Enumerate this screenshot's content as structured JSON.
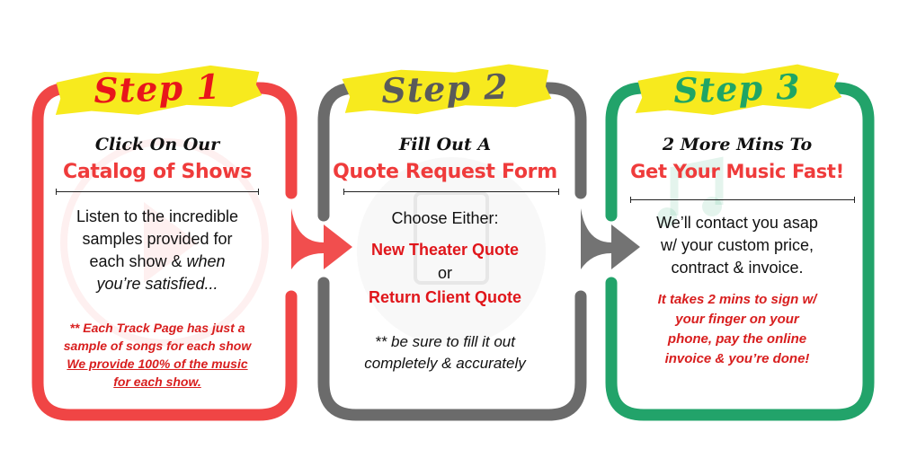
{
  "colors": {
    "step1": "#f04545",
    "step2": "#6b6b6b",
    "step3": "#22a36a",
    "highlight": "#f7ea1e"
  },
  "steps": [
    {
      "tag": "Step 1",
      "tag_color": "#e8151b",
      "script_line": "Click On Our",
      "headline": "Catalog of Shows",
      "body_1": "Listen to the incredible",
      "body_2": "samples provided for",
      "body_3": "each show &",
      "body_3_italic": "when",
      "body_4": "you’re satisfied...",
      "note_1": "** Each Track Page has just a",
      "note_2": "sample of songs for each show",
      "note_3": "We provide 100% of the music",
      "note_4": "for each show.",
      "icon": "catalog-icon"
    },
    {
      "tag": "Step 2",
      "tag_color": "#5a5a5a",
      "script_line": "Fill Out A",
      "headline": "Quote Request Form",
      "body_1": "Choose Either:",
      "option_1": "New Theater Quote",
      "or": "or",
      "option_2": "Return Client Quote",
      "note_1": "** be sure to fill it out",
      "note_2": "completely & accurately",
      "icon": "form-icon"
    },
    {
      "tag": "Step 3",
      "tag_color": "#1fa565",
      "script_line": "2 More Mins To",
      "headline": "Get Your Music Fast!",
      "body_1": "We’ll contact you asap",
      "body_2": "w/ your custom price,",
      "body_3": "contract & invoice.",
      "note_1": "It takes 2 mins to sign w/",
      "note_2": "your finger on your",
      "note_3": "phone, pay the online",
      "note_4": "invoice & you’re done!",
      "icon": "music-notes-icon"
    }
  ]
}
